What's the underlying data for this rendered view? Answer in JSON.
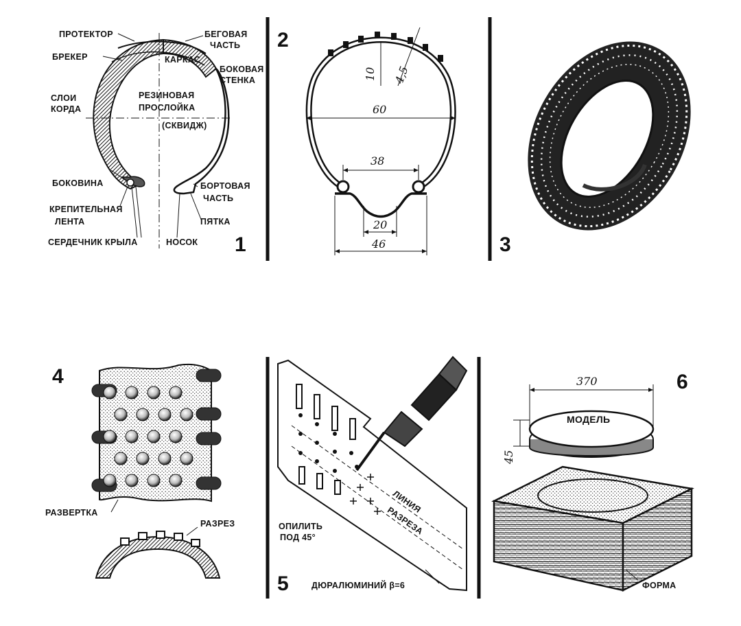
{
  "panels": {
    "p1": {
      "number": "1",
      "labels": {
        "protector": "ПРОТЕКТОР",
        "running_1": "БЕГОВАЯ",
        "running_2": "ЧАСТЬ",
        "breaker": "БРЕКЕР",
        "carcass": "КАРКАС",
        "sidewall_1": "БОКОВАЯ",
        "sidewall_2": "СТЕНКА",
        "cord_1": "СЛОИ",
        "cord_2": "КОРДА",
        "rubber_1": "РЕЗИНОВАЯ",
        "rubber_2": "ПРОСЛОЙКА",
        "rubber_3": "(СКВИДЖ)",
        "bokovina": "БОКОВИНА",
        "bead_1": "БОРТОВАЯ",
        "bead_2": "ЧАСТЬ",
        "strip_1": "КРЕПИТЕЛЬНАЯ",
        "strip_2": "ЛЕНТА",
        "heel": "ПЯТКА",
        "core": "СЕРДЕЧНИК КРЫЛА",
        "toe": "НОСОК"
      }
    },
    "p2": {
      "number": "2",
      "dims": {
        "d10": "10",
        "d45": "4,5",
        "d60": "60",
        "d38": "38",
        "d20": "20",
        "d46": "46"
      }
    },
    "p3": {
      "number": "3"
    },
    "p4": {
      "number": "4",
      "labels": {
        "development": "РАЗВЕРТКА",
        "section": "РАЗРЕЗ"
      }
    },
    "p5": {
      "number": "5",
      "labels": {
        "file_1": "ОПИЛИТЬ",
        "file_2": "ПОД 45°",
        "cut_1": "ЛИНИЯ",
        "cut_2": "РАЗРЕЗА",
        "material": "ДЮРАЛЮМИНИЙ β=6"
      }
    },
    "p6": {
      "number": "6",
      "dims": {
        "d370": "370",
        "d45": "45"
      },
      "labels": {
        "model": "МОДЕЛЬ",
        "form": "ФОРМА"
      }
    }
  }
}
